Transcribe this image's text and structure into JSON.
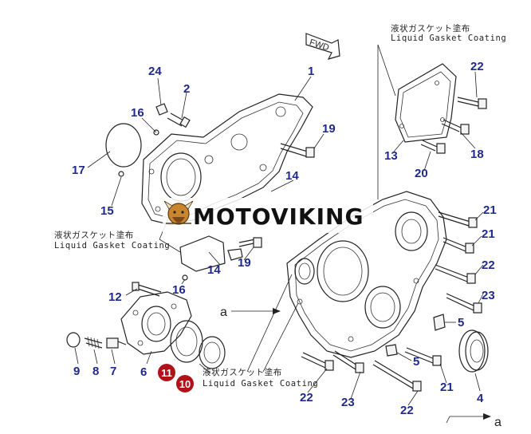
{
  "callouts": [
    {
      "id": "c1",
      "text": "1"
    },
    {
      "id": "c2",
      "text": "2"
    },
    {
      "id": "c24",
      "text": "24"
    },
    {
      "id": "c16a",
      "text": "16"
    },
    {
      "id": "c17",
      "text": "17"
    },
    {
      "id": "c15",
      "text": "15"
    },
    {
      "id": "c19a",
      "text": "19"
    },
    {
      "id": "c14a",
      "text": "14"
    },
    {
      "id": "c14b",
      "text": "14"
    },
    {
      "id": "c19b",
      "text": "19"
    },
    {
      "id": "c16b",
      "text": "16"
    },
    {
      "id": "c12",
      "text": "12"
    },
    {
      "id": "c6",
      "text": "6"
    },
    {
      "id": "c9",
      "text": "9"
    },
    {
      "id": "c8",
      "text": "8"
    },
    {
      "id": "c7",
      "text": "7"
    },
    {
      "id": "c22a",
      "text": "22"
    },
    {
      "id": "c18",
      "text": "18"
    },
    {
      "id": "c13",
      "text": "13"
    },
    {
      "id": "c20",
      "text": "20"
    },
    {
      "id": "c21a",
      "text": "21"
    },
    {
      "id": "c21b",
      "text": "21"
    },
    {
      "id": "c22b",
      "text": "22"
    },
    {
      "id": "c23a",
      "text": "23"
    },
    {
      "id": "c5a",
      "text": "5"
    },
    {
      "id": "c5b",
      "text": "5"
    },
    {
      "id": "c21c",
      "text": "21"
    },
    {
      "id": "c4",
      "text": "4"
    },
    {
      "id": "c22c",
      "text": "22"
    },
    {
      "id": "c23b",
      "text": "23"
    },
    {
      "id": "c22d",
      "text": "22"
    }
  ],
  "badges": [
    {
      "id": "b11",
      "text": "11"
    },
    {
      "id": "b10",
      "text": "10"
    }
  ],
  "notes": [
    {
      "id": "n1",
      "jp": "液状ガスケット塗布",
      "en": "Liquid Gasket Coating"
    },
    {
      "id": "n2",
      "jp": "液状ガスケット塗布",
      "en": "Liquid Gasket Coating"
    },
    {
      "id": "n3",
      "jp": "液状ガスケット塗布",
      "en": "Liquid Gasket Coating"
    }
  ],
  "fwd_label": "FWD",
  "ref_a": "a",
  "ref_a2": "a",
  "watermark": "MOTOVIKING",
  "colors": {
    "callout": "#1f2a8c",
    "badge": "#b01217",
    "line": "#222222"
  }
}
